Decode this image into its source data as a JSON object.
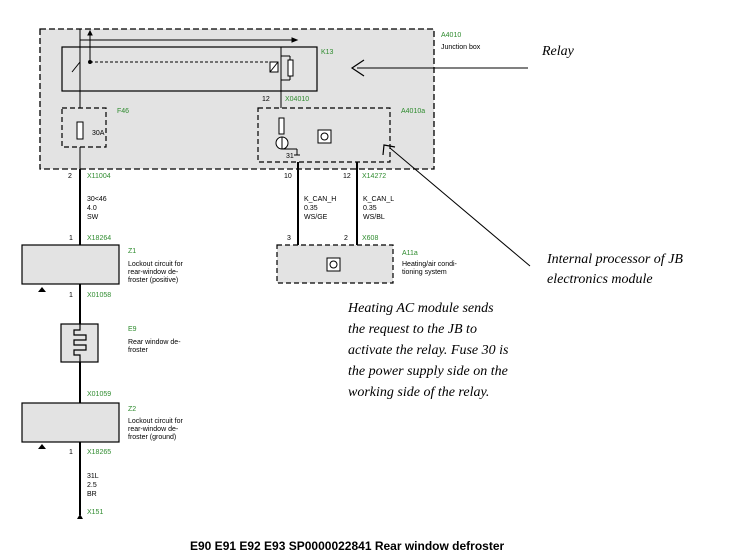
{
  "caption": "E90 E91 E92 E93 SP0000022841 Rear window defroster",
  "junction_box": {
    "code": "A4010",
    "name": "Junction box"
  },
  "relay": {
    "code": "K13"
  },
  "fuse": {
    "code": "F46",
    "rating": "30A"
  },
  "connector_x04010": {
    "code": "X04010",
    "pin": "12"
  },
  "jb_electronics": {
    "code": "A4010a",
    "ground_label": "31"
  },
  "wire_30": {
    "pin": "2",
    "connector": "X11004",
    "line1": "30<46",
    "line2": "4.0",
    "line3": "SW"
  },
  "can_h": {
    "pin_top": "10",
    "pin_bottom": "3",
    "line1": "K_CAN_H",
    "line2": "0.35",
    "line3": "WS/GE"
  },
  "can_l": {
    "pin_top": "12",
    "connector_top": "X14272",
    "pin_bottom": "2",
    "connector_bottom": "X608",
    "line1": "K_CAN_L",
    "line2": "0.35",
    "line3": "WS/BL"
  },
  "z1": {
    "pin_top": "1",
    "connector_top": "X18264",
    "code": "Z1",
    "desc1": "Lockout circuit for",
    "desc2": "rear-window de-",
    "desc3": "froster (positive)",
    "pin_bottom": "1",
    "connector_bottom": "X01058"
  },
  "e9": {
    "code": "E9",
    "desc1": "Rear window de-",
    "desc2": "froster"
  },
  "x01059": {
    "code": "X01059"
  },
  "z2": {
    "code": "Z2",
    "desc1": "Lockout circuit for",
    "desc2": "rear-window de-",
    "desc3": "froster (ground)",
    "pin_bottom": "1",
    "connector_bottom": "X18265"
  },
  "wire_31": {
    "line1": "31L",
    "line2": "2.5",
    "line3": "BR",
    "ground_connector": "X151"
  },
  "a11a": {
    "code": "A11a",
    "desc1": "Heating/air condi-",
    "desc2": "tioning system"
  },
  "annotations": {
    "relay": "Relay",
    "processor1": "Internal processor of JB",
    "processor2": "electronics module",
    "heating1": "Heating AC module sends",
    "heating2": "the request to the JB to",
    "heating3": "activate the relay. Fuse 30 is",
    "heating4": "the power supply side on the",
    "heating5": "working side of the relay."
  },
  "colors": {
    "component_code": "#2e8b2e",
    "box_fill": "#e3e3e3",
    "line": "#000000"
  }
}
